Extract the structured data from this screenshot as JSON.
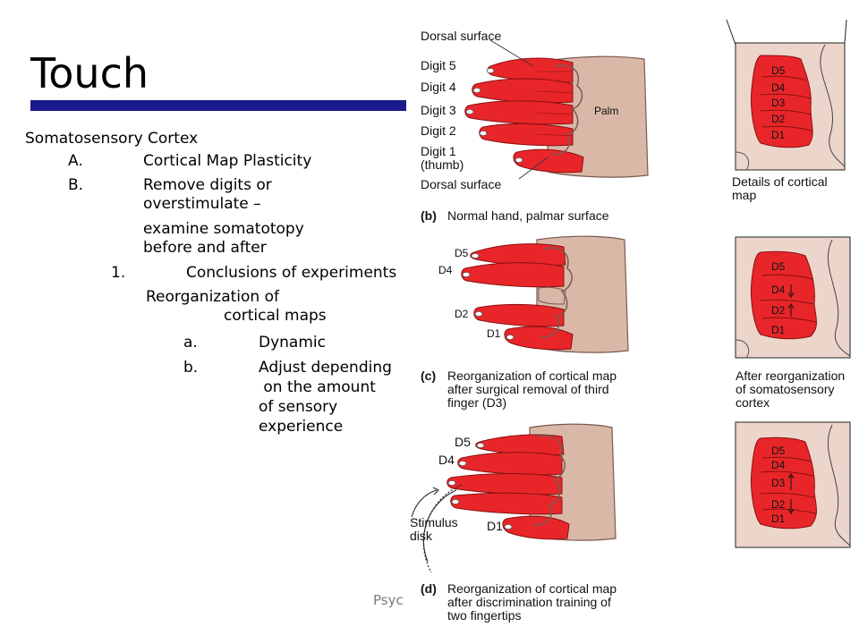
{
  "slide": {
    "title": "Touch",
    "footer": "Psyc",
    "outline": {
      "heading": "Somatosensory Cortex",
      "item_a_marker": "A.",
      "item_a": "Cortical Map Plasticity",
      "item_b_marker": "B.",
      "item_b_line1": "Remove digits or",
      "item_b_line2": "overstimulate –",
      "item_b_line3": "examine somatotopy",
      "item_b_line4": "before and after",
      "sub1_marker": "1.",
      "sub1": "Conclusions of experiments",
      "reorg_line1": "Reorganization of",
      "reorg_line2": "cortical maps",
      "suba_marker": "a.",
      "suba": "Dynamic",
      "subb_marker": "b.",
      "subb_line1": "Adjust depending",
      "subb_line2": " on the amount",
      "subb_line3": "of sensory",
      "subb_line4": "experience"
    }
  },
  "figure": {
    "panel_a": {
      "dorsal_top": "Dorsal surface",
      "digit5": "Digit 5",
      "digit4": "Digit 4",
      "digit3": "Digit 3",
      "digit2": "Digit 2",
      "digit1": "Digit 1",
      "thumb": "(thumb)",
      "dorsal_bottom": "Dorsal surface",
      "palm": "Palm",
      "caption_letter": "(b)",
      "caption": "Normal hand, palmar surface",
      "map_caption_line1": "Details of cortical",
      "map_caption_line2": "map",
      "map_labels": [
        "D5",
        "D4",
        "D3",
        "D2",
        "D1"
      ]
    },
    "panel_c": {
      "d5": "D5",
      "d4": "D4",
      "d2": "D2",
      "d1": "D1",
      "caption_letter": "(c)",
      "caption_line1": "Reorganization of cortical map",
      "caption_line2": "after surgical removal of third",
      "caption_line3": "finger (D3)",
      "map_caption_line1": "After reorganization",
      "map_caption_line2": "of somatosensory",
      "map_caption_line3": "cortex",
      "map_labels": [
        "D5",
        "D4",
        "D2",
        "D1"
      ]
    },
    "panel_d": {
      "d5": "D5",
      "d4": "D4",
      "d1": "D1",
      "stimulus_line1": "Stimulus",
      "stimulus_line2": "disk",
      "caption_letter": "(d)",
      "caption_line1": "Reorganization of cortical map",
      "caption_line2": "after discrimination training of",
      "caption_line3": "two fingertips",
      "map_labels": [
        "D5",
        "D4",
        "D3",
        "D2",
        "D1"
      ]
    },
    "colors": {
      "finger_red": "#e8262a",
      "palm_tan": "#d9b8a8",
      "cortex_pink": "#ecd6cc",
      "title_bar": "#1a1a8c"
    }
  }
}
